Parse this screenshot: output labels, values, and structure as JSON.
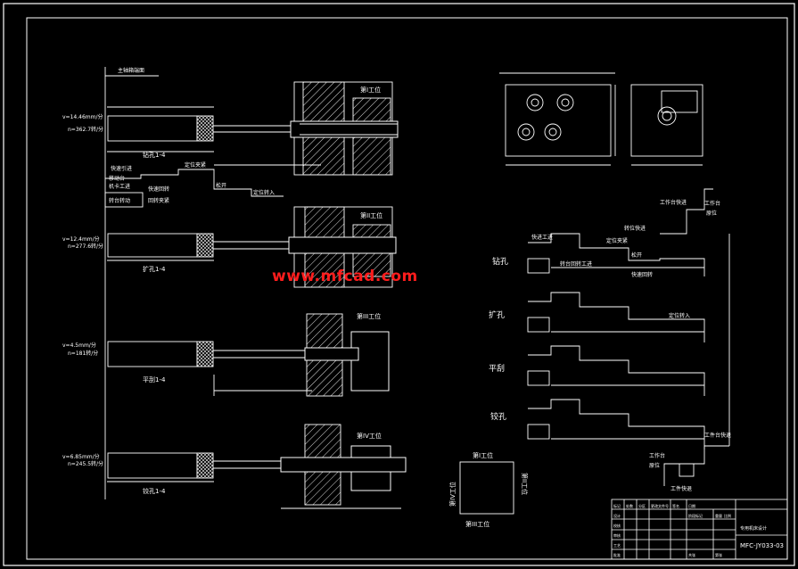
{
  "colors": {
    "background": "#000000",
    "line": "#ffffff",
    "hatch": "#dddddd",
    "watermark": "#ff1d1d"
  },
  "watermark": "www.mfcad.com",
  "leader_label": "主轴箱端面",
  "stations": [
    {
      "title": "第I工位",
      "op_label": "钻孔1-4",
      "speed_a": "v=14.46mm/分",
      "speed_b": "n=362.7转/分"
    },
    {
      "title": "第II工位",
      "op_label": "扩孔1-4",
      "speed_a": "v=12.4mm/分",
      "speed_b": "n=277.6转/分"
    },
    {
      "title": "第III工位",
      "op_label": "平刮1-4",
      "speed_a": "v=4.5mm/分",
      "speed_b": "n=181转/分"
    },
    {
      "title": "第IV工位",
      "op_label": "铰孔1-4",
      "speed_a": "v=6.85mm/分",
      "speed_b": "n=245.5转/分"
    }
  ],
  "cycle_small": {
    "top": [
      "快速引进",
      "定位夹紧"
    ],
    "left_lines": [
      "移动台",
      "机卡工进",
      "转台转动"
    ],
    "mid": [
      "快速回转",
      "回转夹紧"
    ],
    "right": [
      "松开",
      "定位转入"
    ]
  },
  "right_cycle": {
    "side_labels": [
      "钻孔",
      "扩孔",
      "平刮",
      "铰孔"
    ],
    "top_labels": [
      "工作台快进",
      "工作台",
      "原位",
      "转位快进"
    ],
    "block_lines": [
      "快进工进",
      "定位夹紧",
      "松开",
      "转台回转工进",
      "快速回转",
      "定位转入"
    ],
    "bottom_labels": [
      "工件台快退",
      "工作台",
      "原位",
      "工件快退"
    ]
  },
  "stations_square": {
    "top": "第I工位",
    "right": "第II工位",
    "bottom": "第III工位",
    "left": "第IV工位"
  },
  "title_block": {
    "drawing_no": "MFC-JY033-03",
    "project": "专用机床设计",
    "cells": [
      "标记",
      "处数",
      "分区",
      "更改文件号",
      "签名",
      "日期",
      "设计",
      "校核",
      "审核",
      "工艺",
      "批准",
      "阶段标记",
      "重量",
      "比例",
      "共张",
      "第张"
    ]
  }
}
